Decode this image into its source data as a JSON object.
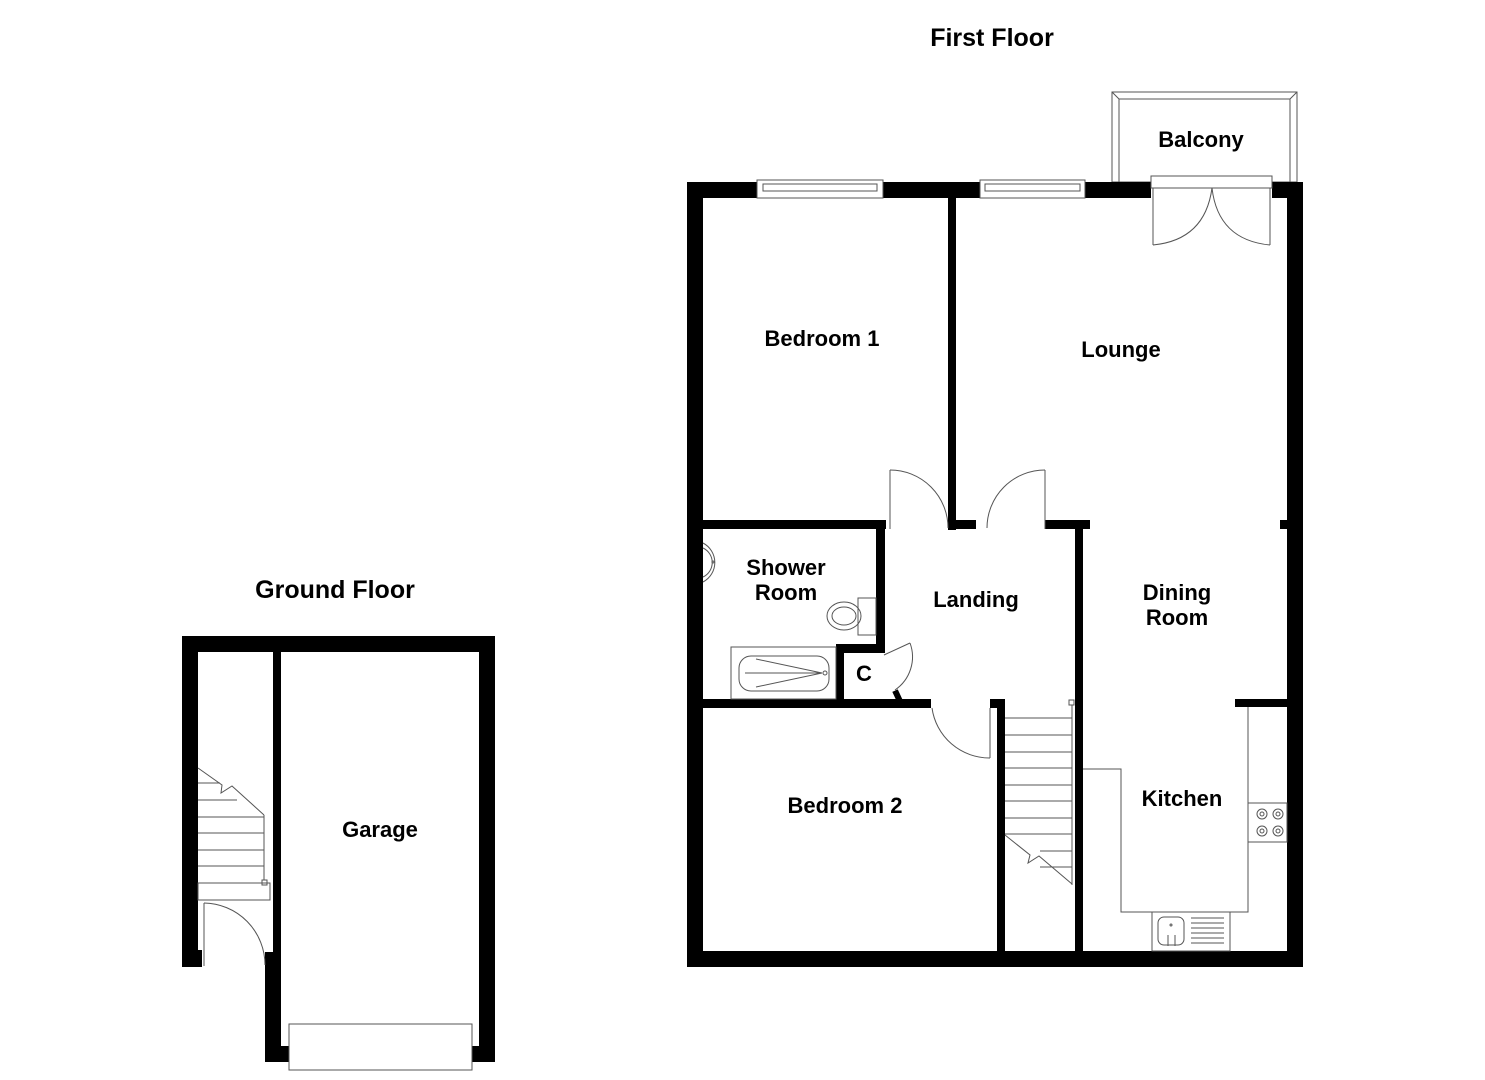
{
  "floors": {
    "first": {
      "title": "First Floor",
      "rooms": {
        "bedroom1": "Bedroom 1",
        "lounge": "Lounge",
        "balcony": "Balcony",
        "shower_line1": "Shower",
        "shower_line2": "Room",
        "landing": "Landing",
        "cupboard": "C",
        "dining_line1": "Dining",
        "dining_line2": "Room",
        "bedroom2": "Bedroom 2",
        "kitchen": "Kitchen"
      }
    },
    "ground": {
      "title": "Ground Floor",
      "rooms": {
        "garage": "Garage"
      }
    }
  },
  "colors": {
    "wall": "#000000",
    "fixture_line": "#555555",
    "background": "#ffffff"
  }
}
